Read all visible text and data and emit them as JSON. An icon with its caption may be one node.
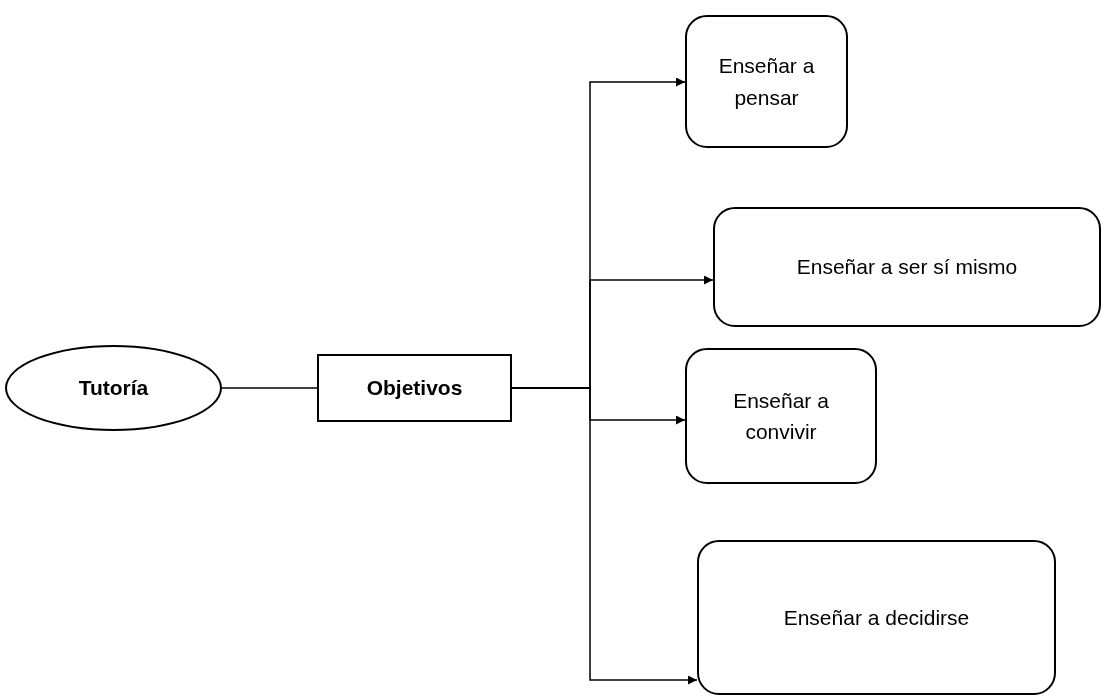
{
  "diagram": {
    "nodes": [
      {
        "text": [
          "Tutoría"
        ]
      },
      {
        "text": [
          "Objetivos"
        ]
      },
      {
        "text": [
          "Enseñar a pensar"
        ]
      },
      {
        "text": [
          "Enseñar a ser sí mismo"
        ]
      },
      {
        "text": [
          "Enseñar a convivir"
        ]
      },
      {
        "text": [
          "Enseñar a decidirse"
        ]
      }
    ],
    "edges": [
      {
        "from": 0,
        "to": 1,
        "arrow": "none"
      },
      {
        "from": 1,
        "to": 2,
        "arrow": "to"
      },
      {
        "from": 1,
        "to": 3,
        "arrow": "to"
      },
      {
        "from": 1,
        "to": 4,
        "arrow": "to"
      },
      {
        "from": 1,
        "to": 5,
        "arrow": "to"
      }
    ]
  }
}
